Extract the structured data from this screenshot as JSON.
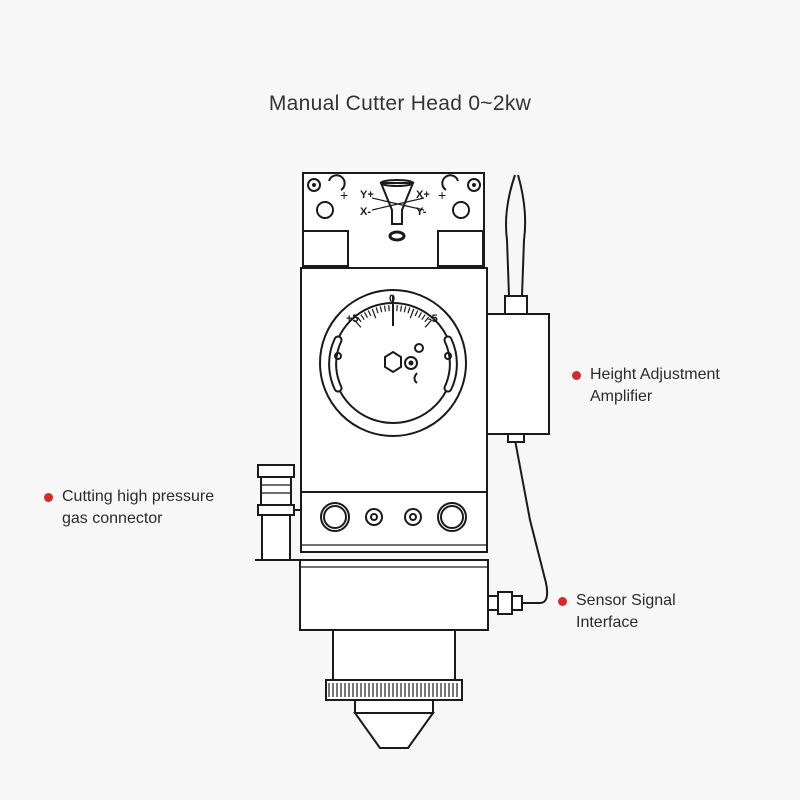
{
  "title": "Manual Cutter Head 0~2kw",
  "accent_color": "#d42a2a",
  "callouts": {
    "height_amp": {
      "line1": "Height Adjustment",
      "line2": "Amplifier"
    },
    "gas_connector": {
      "line1": "Cutting high pressure",
      "line2": "gas connector"
    },
    "sensor": {
      "line1": "Sensor Signal",
      "line2": "Interface"
    }
  },
  "marks": {
    "y_plus": "Y+",
    "x_plus": "X+",
    "x_minus": "X-",
    "y_minus": "Y-",
    "dial_plus": "+5",
    "dial_zero": "0",
    "dial_minus": "-5"
  }
}
